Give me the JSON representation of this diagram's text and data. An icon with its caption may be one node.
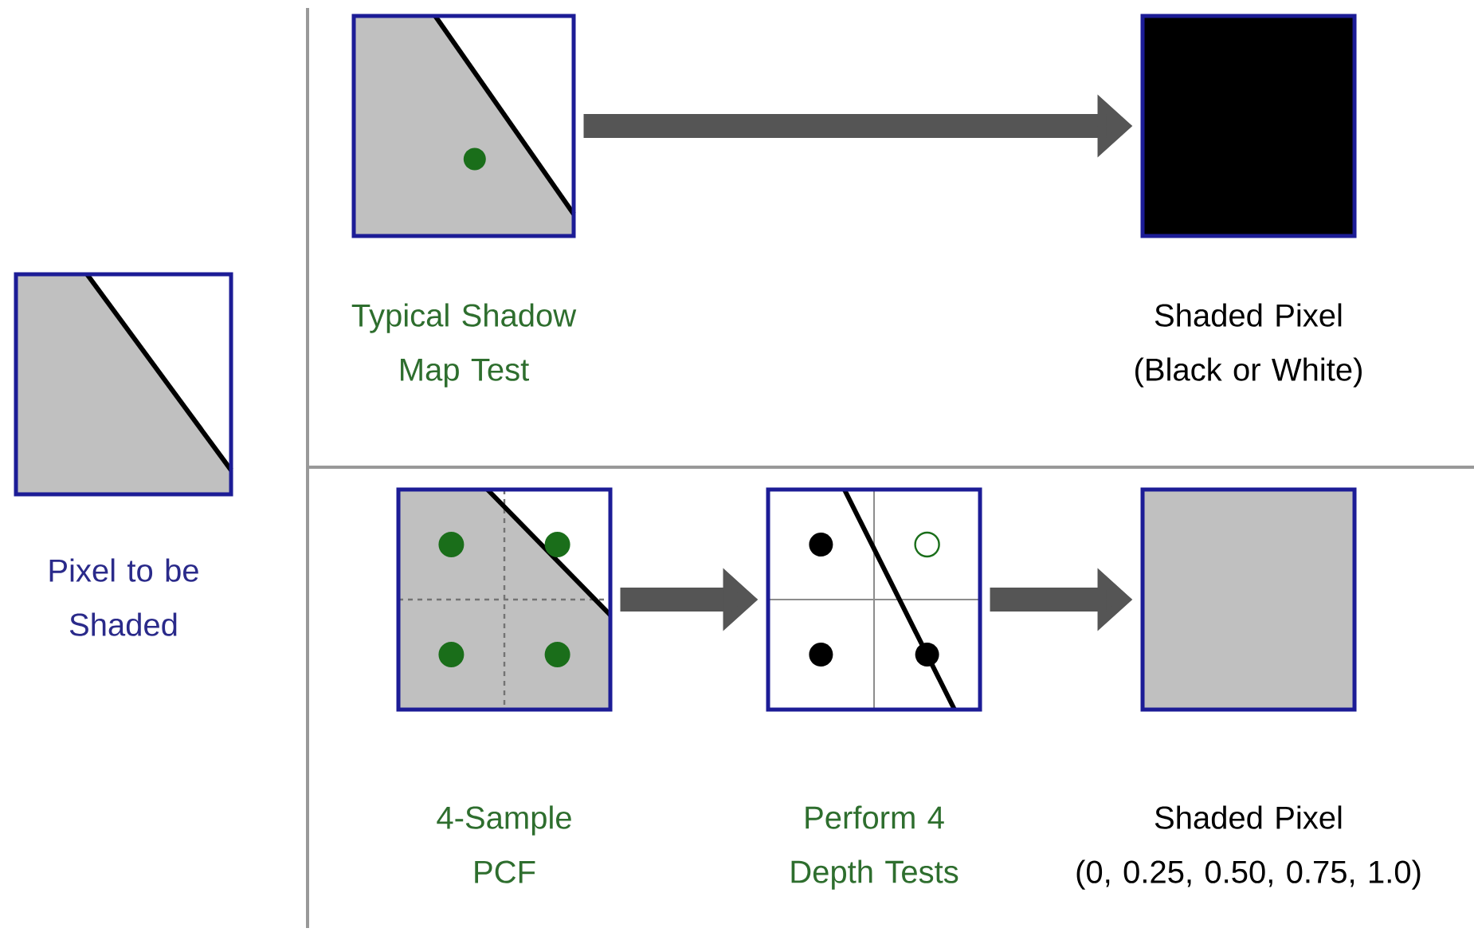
{
  "diagram": {
    "nodes": [
      {
        "text": [
          "Pixel to be Shaded"
        ]
      },
      {
        "text": [
          "Typical Shadow Map Test"
        ]
      },
      {
        "text": [
          "Shaded Pixel",
          "(Black or White)"
        ]
      },
      {
        "text": [
          "4-Sample PCF"
        ]
      },
      {
        "text": [
          "Perform 4 Depth Tests"
        ]
      },
      {
        "text": [
          "Shaded Pixel",
          "(0, 0.25, 0.50, 0.75, 1.0)"
        ]
      }
    ],
    "edges": [
      {
        "from": 1,
        "to": 2,
        "arrow": "to"
      },
      {
        "from": 3,
        "to": 4,
        "arrow": "to"
      },
      {
        "from": 4,
        "to": 5,
        "arrow": "to"
      }
    ]
  }
}
